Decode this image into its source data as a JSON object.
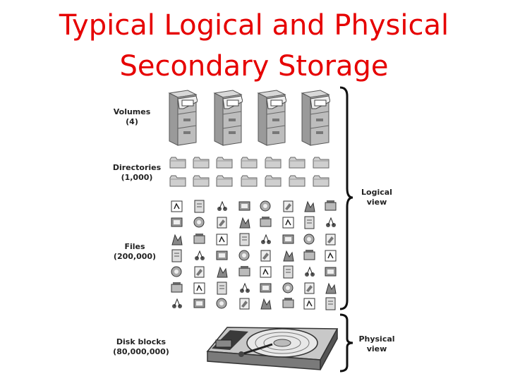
{
  "title": {
    "line1": "Typical Logical and Physical",
    "line2": "Secondary Storage"
  },
  "levels": [
    {
      "name": "Volumes",
      "count": "(4)"
    },
    {
      "name": "Directories",
      "count": "(1,000)"
    },
    {
      "name": "Files",
      "count": "(200,000)"
    },
    {
      "name": "Disk blocks",
      "count": "(80,000,000)"
    }
  ],
  "brackets": {
    "logical": {
      "line1": "Logical",
      "line2": "view"
    },
    "physical": {
      "line1": "Physical",
      "line2": "view"
    }
  },
  "icon_names": [
    "file-cabinet-icon",
    "folder-icon",
    "file-icon",
    "hard-disk-icon"
  ]
}
